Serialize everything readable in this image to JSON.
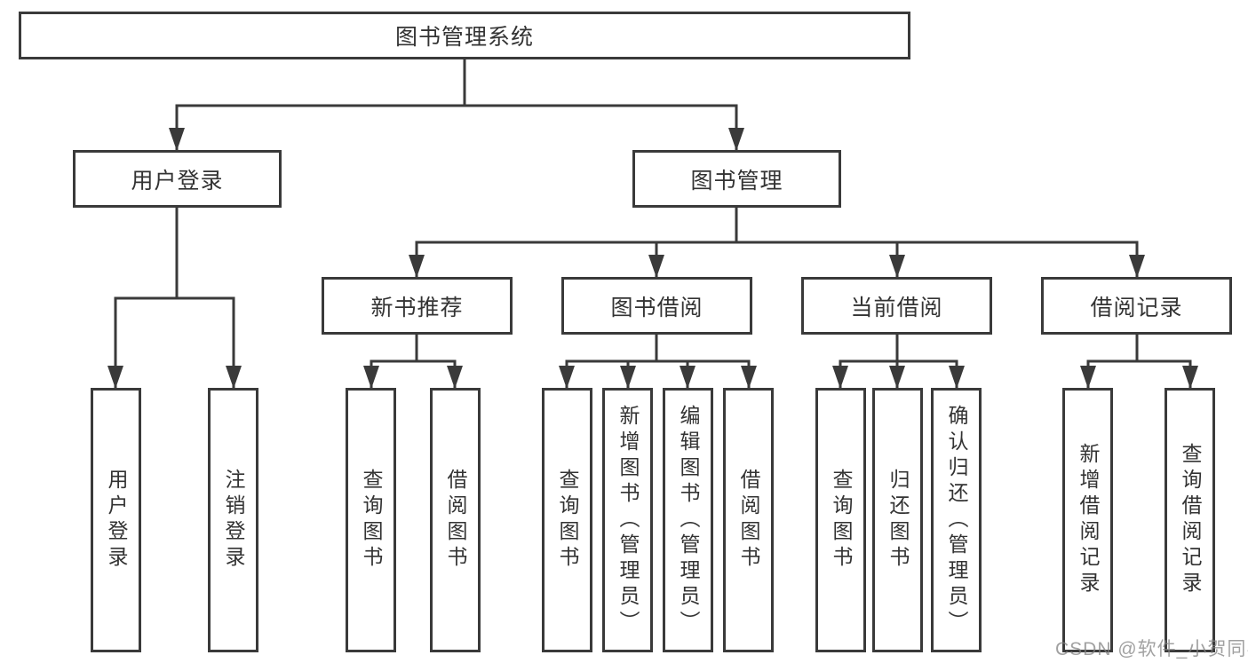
{
  "colors": {
    "line": "#3a3a3a",
    "box_border": "#3a3a3a",
    "box_fill": "#ffffff",
    "text": "#333333",
    "watermark": "#828282"
  },
  "diagram": {
    "title": "图书管理系统",
    "level2": [
      {
        "label": "用户登录"
      },
      {
        "label": "图书管理"
      }
    ],
    "level3": [
      {
        "label": "新书推荐"
      },
      {
        "label": "图书借阅"
      },
      {
        "label": "当前借阅"
      },
      {
        "label": "借阅记录"
      }
    ],
    "leaves": [
      {
        "label": "用户登录"
      },
      {
        "label": "注销登录"
      },
      {
        "label": "查询图书"
      },
      {
        "label": "借阅图书"
      },
      {
        "label": "查询图书"
      },
      {
        "label": "新增图书（管理员）"
      },
      {
        "label": "编辑图书（管理员）"
      },
      {
        "label": "借阅图书"
      },
      {
        "label": "查询图书"
      },
      {
        "label": "归还图书"
      },
      {
        "label": "确认归还（管理员）"
      },
      {
        "label": "新增借阅记录"
      },
      {
        "label": "查询借阅记录"
      }
    ]
  },
  "watermark": {
    "text": "CSDN @软件_小贺同学"
  }
}
